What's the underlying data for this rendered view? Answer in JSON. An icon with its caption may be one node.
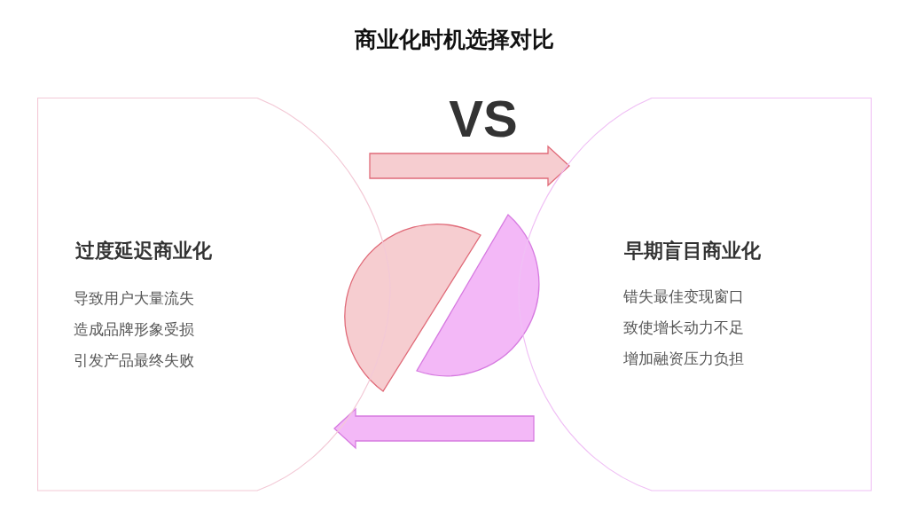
{
  "diagram": {
    "title": "商业化时机选择对比",
    "nodes": [
      {
        "text": [
          "过度延迟商业化",
          "导致用户大量流失",
          "造成品牌形象受损",
          "引发产品最终失败"
        ]
      },
      {
        "text": [
          "早期盲目商业化",
          "错失最佳变现窗口",
          "致使增长动力不足",
          "增加融资压力负担"
        ]
      }
    ],
    "edges": [
      {
        "from": 0,
        "to": 1,
        "arrow": "to",
        "color": "#f6cdd0"
      },
      {
        "from": 1,
        "to": 0,
        "arrow": "to",
        "color": "#f3b8f7"
      }
    ],
    "labels": [
      "VS"
    ]
  }
}
